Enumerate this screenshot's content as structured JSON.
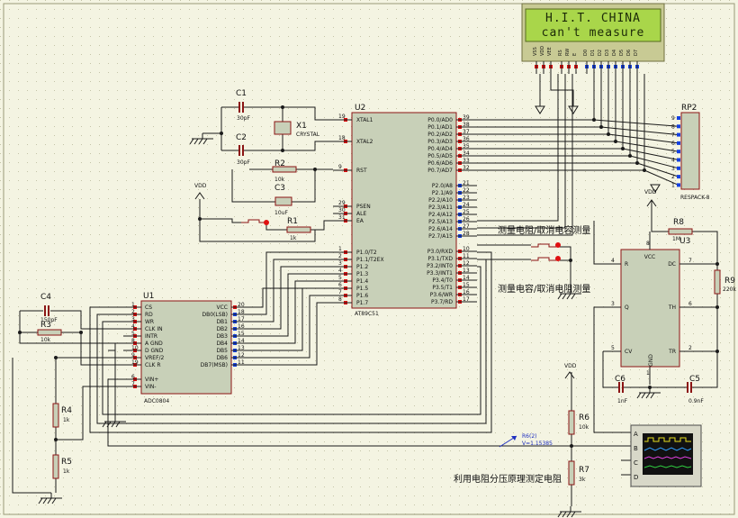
{
  "lcd": {
    "line1": "H.I.T. CHINA",
    "line2": "can't measure",
    "pins": [
      "VSS",
      "VDD",
      "VEE",
      "RS",
      "RW",
      "E",
      "D0",
      "D1",
      "D2",
      "D3",
      "D4",
      "D5",
      "D6",
      "D7"
    ]
  },
  "rp2": {
    "ref": "RP2",
    "value": "RESPACK-8",
    "pins": [
      "9",
      "8",
      "7",
      "6",
      "5",
      "4",
      "3",
      "2",
      "1"
    ]
  },
  "u2": {
    "ref": "U2",
    "part": "AT89C51",
    "left_pins": [
      {
        "num": "19",
        "name": "XTAL1"
      },
      {
        "num": "18",
        "name": "XTAL2"
      },
      {
        "num": "9",
        "name": "RST"
      },
      {
        "num": "29",
        "name": "PSEN"
      },
      {
        "num": "30",
        "name": "ALE"
      },
      {
        "num": "31",
        "name": "EA"
      },
      {
        "num": "1",
        "name": "P1.0/T2"
      },
      {
        "num": "2",
        "name": "P1.1/T2EX"
      },
      {
        "num": "3",
        "name": "P1.2"
      },
      {
        "num": "4",
        "name": "P1.3"
      },
      {
        "num": "5",
        "name": "P1.4"
      },
      {
        "num": "6",
        "name": "P1.5"
      },
      {
        "num": "7",
        "name": "P1.6"
      },
      {
        "num": "8",
        "name": "P1.7"
      }
    ],
    "right_pins": [
      {
        "num": "39",
        "name": "P0.0/AD0"
      },
      {
        "num": "38",
        "name": "P0.1/AD1"
      },
      {
        "num": "37",
        "name": "P0.2/AD2"
      },
      {
        "num": "36",
        "name": "P0.3/AD3"
      },
      {
        "num": "35",
        "name": "P0.4/AD4"
      },
      {
        "num": "34",
        "name": "P0.5/AD5"
      },
      {
        "num": "33",
        "name": "P0.6/AD6"
      },
      {
        "num": "32",
        "name": "P0.7/AD7"
      },
      {
        "num": "21",
        "name": "P2.0/A8"
      },
      {
        "num": "22",
        "name": "P2.1/A9"
      },
      {
        "num": "23",
        "name": "P2.2/A10"
      },
      {
        "num": "24",
        "name": "P2.3/A11"
      },
      {
        "num": "25",
        "name": "P2.4/A12"
      },
      {
        "num": "26",
        "name": "P2.5/A13"
      },
      {
        "num": "27",
        "name": "P2.6/A14"
      },
      {
        "num": "28",
        "name": "P2.7/A15"
      },
      {
        "num": "10",
        "name": "P3.0/RXD"
      },
      {
        "num": "11",
        "name": "P3.1/TXD"
      },
      {
        "num": "12",
        "name": "P3.2/INT0"
      },
      {
        "num": "13",
        "name": "P3.3/INT1"
      },
      {
        "num": "14",
        "name": "P3.4/T0"
      },
      {
        "num": "15",
        "name": "P3.5/T1"
      },
      {
        "num": "16",
        "name": "P3.6/WR"
      },
      {
        "num": "17",
        "name": "P3.7/RD"
      }
    ]
  },
  "u1": {
    "ref": "U1",
    "part": "ADC0804",
    "left_pins": [
      {
        "num": "1",
        "name": "CS"
      },
      {
        "num": "2",
        "name": "RD"
      },
      {
        "num": "3",
        "name": "WR"
      },
      {
        "num": "4",
        "name": "CLK IN"
      },
      {
        "num": "5",
        "name": "INTR"
      },
      {
        "num": "8",
        "name": "A GND"
      },
      {
        "num": "10",
        "name": "D GND"
      },
      {
        "num": "9",
        "name": "VREF/2"
      },
      {
        "num": "19",
        "name": "CLK R"
      },
      {
        "num": "6",
        "name": "VIN+"
      },
      {
        "num": "7",
        "name": "VIN-"
      }
    ],
    "right_pins": [
      {
        "num": "20",
        "name": "VCC"
      },
      {
        "num": "18",
        "name": "DB0(LSB)"
      },
      {
        "num": "17",
        "name": "DB1"
      },
      {
        "num": "16",
        "name": "DB2"
      },
      {
        "num": "15",
        "name": "DB3"
      },
      {
        "num": "14",
        "name": "DB4"
      },
      {
        "num": "13",
        "name": "DB5"
      },
      {
        "num": "12",
        "name": "DB6"
      },
      {
        "num": "11",
        "name": "DB7(MSB)"
      }
    ]
  },
  "u3": {
    "ref": "U3",
    "pins": [
      {
        "num": "4",
        "name": "R"
      },
      {
        "num": "7",
        "name": "DC"
      },
      {
        "num": "3",
        "name": "Q"
      },
      {
        "num": "6",
        "name": "TH"
      },
      {
        "num": "5",
        "name": "CV"
      },
      {
        "num": "2",
        "name": "TR"
      },
      {
        "num": "8",
        "name": "VCC"
      },
      {
        "num": "1",
        "name": "GND"
      }
    ]
  },
  "components": {
    "c1": {
      "ref": "C1",
      "value": "30pF"
    },
    "c2": {
      "ref": "C2",
      "value": "30pF"
    },
    "x1": {
      "ref": "X1",
      "value": "CRYSTAL"
    },
    "r2": {
      "ref": "R2",
      "value": "10k"
    },
    "c3": {
      "ref": "C3",
      "value": "10uF"
    },
    "r1": {
      "ref": "R1",
      "value": "1k"
    },
    "c4": {
      "ref": "C4",
      "value": "150pF"
    },
    "r3": {
      "ref": "R3",
      "value": "10k"
    },
    "r4": {
      "ref": "R4",
      "value": "1k"
    },
    "r5": {
      "ref": "R5",
      "value": "1k"
    },
    "r6": {
      "ref": "R6",
      "value": "10k"
    },
    "r7": {
      "ref": "R7",
      "value": "3k"
    },
    "r8": {
      "ref": "R8",
      "value": "1M"
    },
    "r9": {
      "ref": "R9",
      "value": "220k"
    },
    "c5": {
      "ref": "C5",
      "value": "0.9nF"
    },
    "c6": {
      "ref": "C6",
      "value": "1nF"
    }
  },
  "labels": {
    "vdd": "VDD",
    "sw_top": "测量电阻/取消电容测量",
    "sw_bottom": "测量电容/取消电阻测量",
    "divider_note": "利用电阻分压原理测定电阻",
    "probe_name": "R6(2)",
    "probe_value": "V=1.15385",
    "scope_channels": [
      "A",
      "B",
      "C",
      "D"
    ]
  },
  "colors": {
    "wire": "#1a1a1a",
    "component": "#8b1414",
    "body": "#c8d0b8",
    "sheet_border": "#9a9a78",
    "lcd_screen": "#a9d64a",
    "lcd_frame": "#c8ca94",
    "pin_red": "#e01010",
    "pin_blue": "#1440e0",
    "scope_screen": "#111111",
    "probe": "#2030c0"
  }
}
